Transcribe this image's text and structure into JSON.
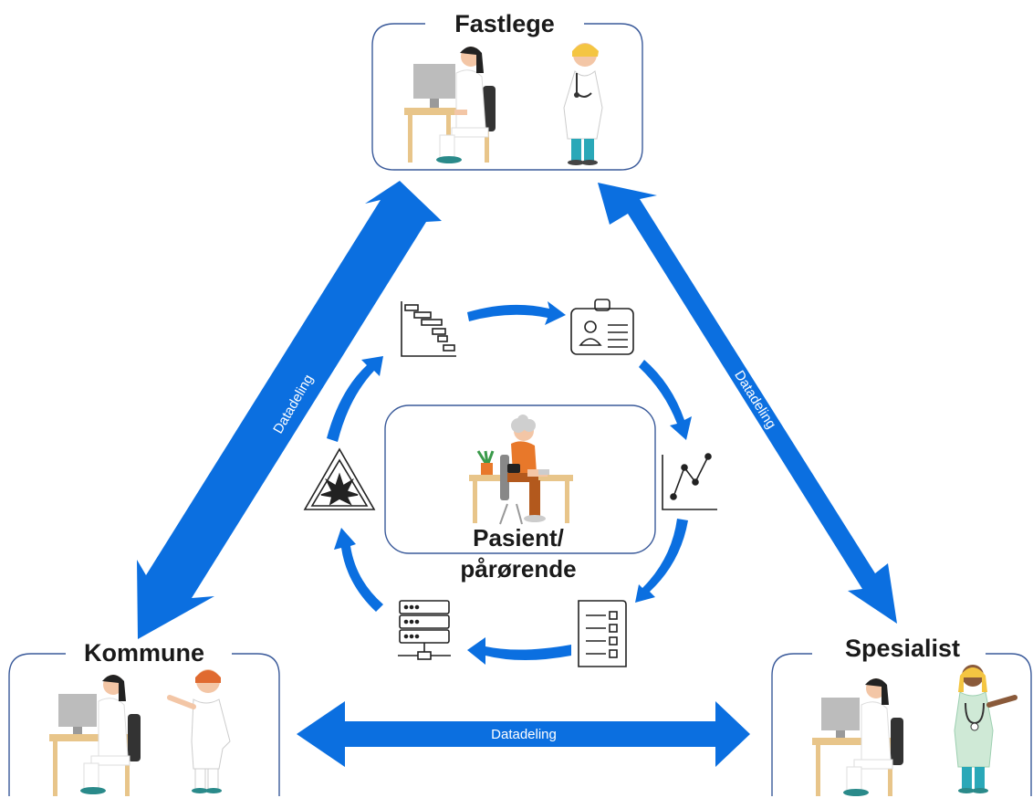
{
  "nodes": {
    "fastlege": {
      "label": "Fastlege"
    },
    "kommune": {
      "label": "Kommune"
    },
    "spesialist": {
      "label": "Spesialist"
    },
    "pasient": {
      "label_line1": "Pasient/",
      "label_line2": "pårørende"
    }
  },
  "connections": {
    "fastlege_kommune": {
      "label": "Datadeling"
    },
    "fastlege_spesialist": {
      "label": "Datadeling"
    },
    "kommune_spesialist": {
      "label": "Datadeling"
    }
  },
  "cycle_icons": [
    "gantt-chart-icon",
    "id-card-icon",
    "line-chart-icon",
    "checklist-icon",
    "server-network-icon",
    "hazard-warning-icon"
  ],
  "colors": {
    "arrow": "#0b6fe0",
    "box_border": "#3a5a9a",
    "icon_stroke": "#222222",
    "skin": "#f3c6a6",
    "coat": "#ffffff",
    "scrubs": "#cfe9d6",
    "teal": "#2a8a8a",
    "orange": "#e8782a",
    "desk": "#e8c58a",
    "grey": "#bcbcbc"
  }
}
